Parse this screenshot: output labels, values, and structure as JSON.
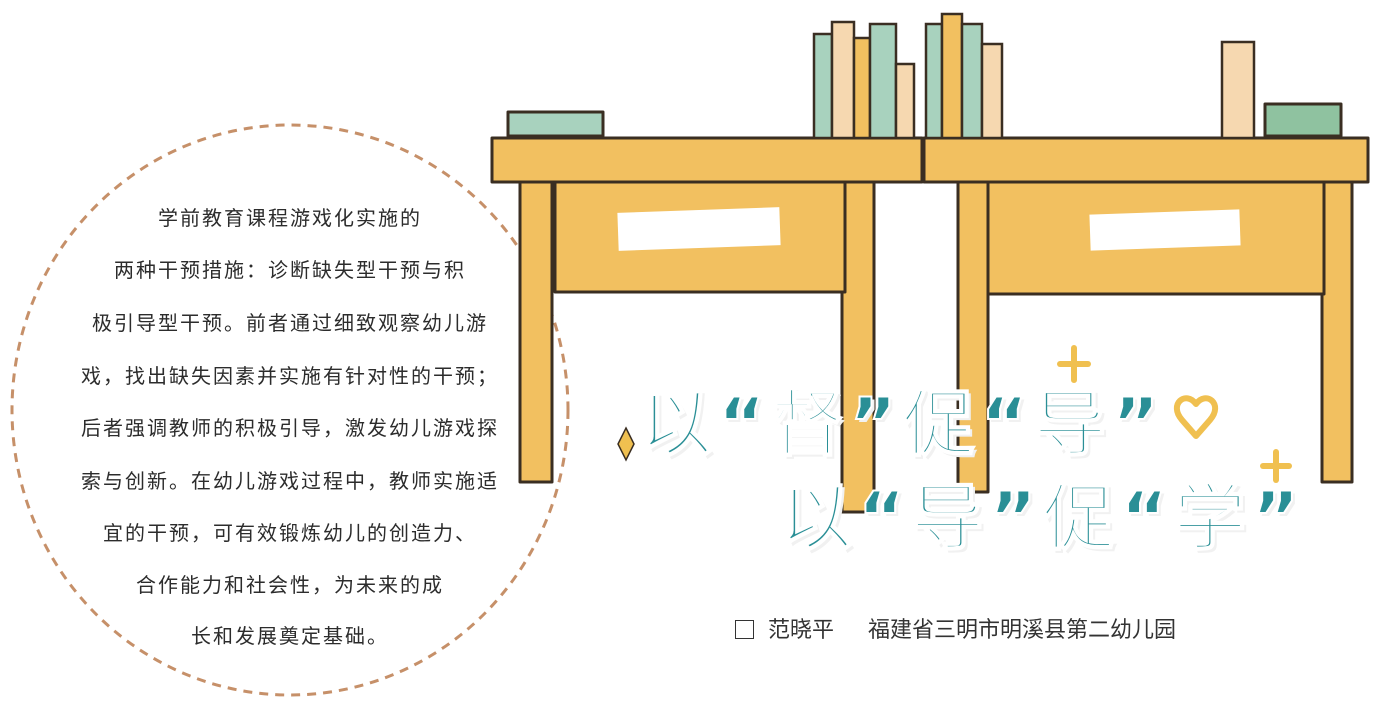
{
  "article": {
    "title_line_1": "以“督”促“导”",
    "title_line_2": "以“导”促“学”",
    "author": "范晓平",
    "affiliation": "福建省三明市明溪县第二幼儿园",
    "abstract_lines": [
      "学前教育课程游戏化实施的",
      "两种干预措施：诊断缺失型干预与积",
      "极引导型干预。前者通过细致观察幼儿游",
      "戏，找出缺失因素并实施有针对性的干预；",
      "后者强调教师的积极引导，激发幼儿游戏探",
      "索与创新。在幼儿游戏过程中，教师实施适",
      "宜的干预，可有效锻炼幼儿的创造力、",
      "合作能力和社会性，为未来的成",
      "长和发展奠定基础。"
    ]
  },
  "colors": {
    "title": "#2a8f96",
    "desk": "#f2c060",
    "desk_outline": "#3a2e22",
    "circle_dash": "#c69069",
    "sparkle": "#f0c050"
  },
  "icons": [
    "book-icon",
    "sparkle-icon",
    "heart-icon",
    "square-bullet-icon"
  ]
}
